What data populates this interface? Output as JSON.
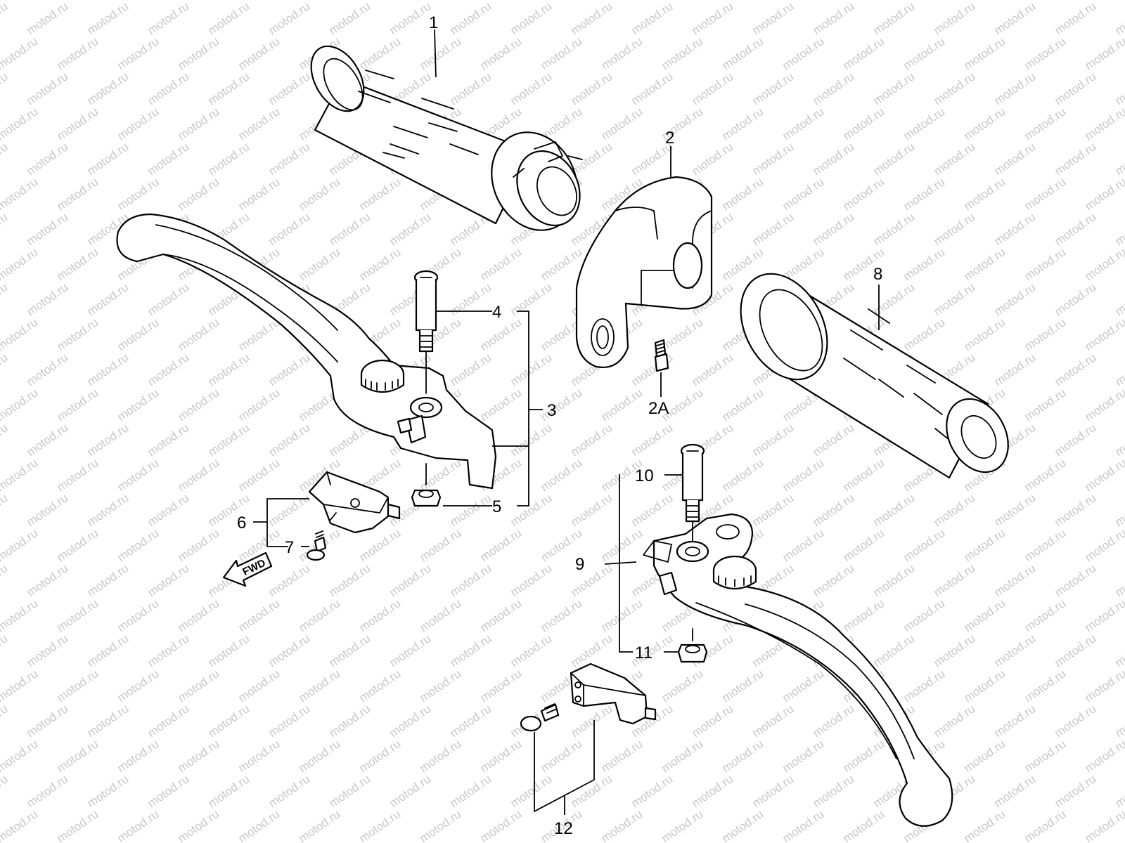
{
  "watermark": "motod.ru",
  "callouts": {
    "c1": "1",
    "c2": "2",
    "c2a": "2A",
    "c3": "3",
    "c4": "4",
    "c5": "5",
    "c6": "6",
    "c7": "7",
    "c8": "8",
    "c9": "9",
    "c10": "10",
    "c11": "11",
    "c12": "12"
  },
  "direction_label": "FWD"
}
